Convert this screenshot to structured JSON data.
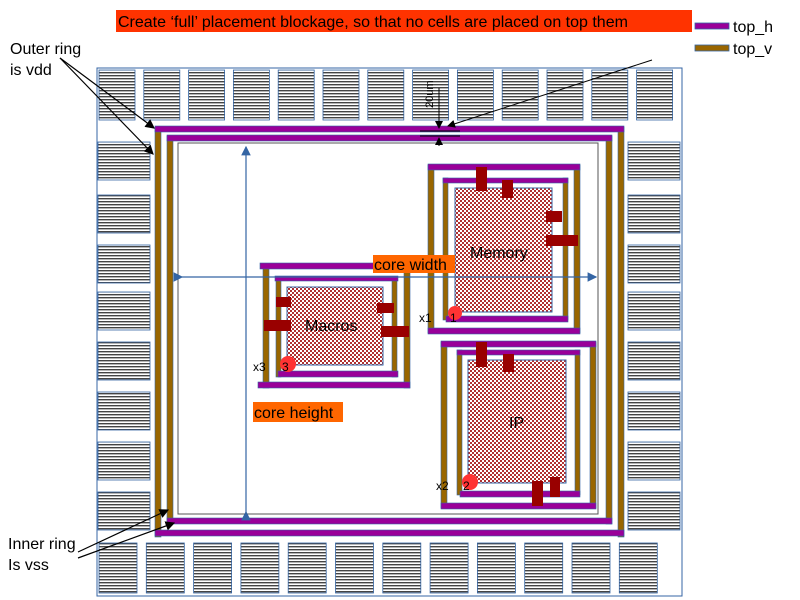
{
  "banner": "Create ‘full’ placement blockage, so that no cells are placed on top them",
  "legend": [
    {
      "label": "top_h",
      "color": "#990099"
    },
    {
      "label": "top_v",
      "color": "#996600"
    }
  ],
  "annotations": {
    "outer_ring_line1": "Outer ring",
    "outer_ring_line2": "is vdd",
    "inner_ring_line1": "Inner ring",
    "inner_ring_line2": "Is vss",
    "spacing": "20um",
    "core_width": "core width",
    "core_height": "core height"
  },
  "blocks": {
    "macros": {
      "label": "Macros",
      "instance": "x3",
      "number": "3"
    },
    "memory": {
      "label": "Memory",
      "instance": "x1",
      "number": "1"
    },
    "ip": {
      "label": "IP",
      "instance": "x2",
      "number": "2"
    }
  },
  "colors": {
    "banner": "#ff3300",
    "label_bg": "#ff6600",
    "pin": "#990000",
    "arrow": "#3465a4",
    "marker": "#ff3333"
  }
}
